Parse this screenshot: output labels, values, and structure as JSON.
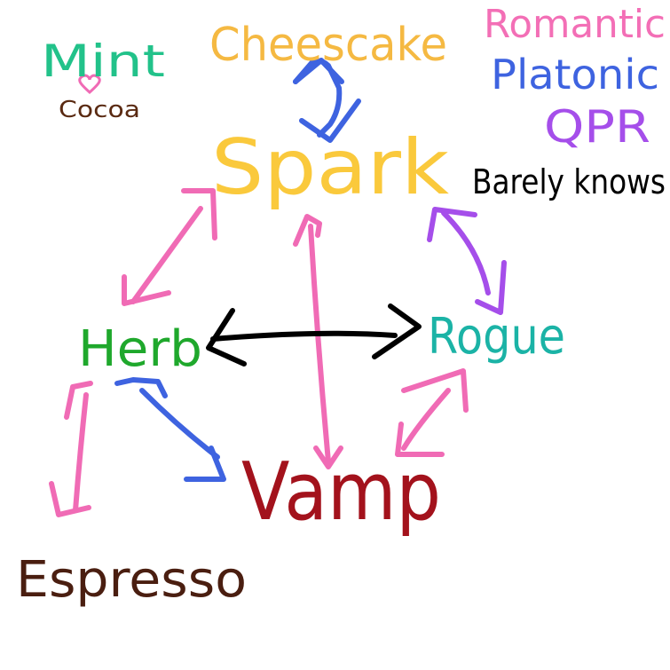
{
  "colors": {
    "cheesecake": "#F5B942",
    "spark": "#FAC93C",
    "mint": "#22C28A",
    "cocoa": "#5A2A12",
    "heart": "#F06BB5",
    "herb": "#1FA82C",
    "rogue": "#1BB3A6",
    "vamp": "#A3121C",
    "espresso": "#4A1E10",
    "romantic": "#F36FB6",
    "platonic": "#3E63E0",
    "qpr": "#A54EEA",
    "barely": "#000000"
  },
  "characters": {
    "cheesecake": "Cheescake",
    "spark": "Spark",
    "mint": "Mint",
    "cocoa": "Cocoa",
    "herb": "Herb",
    "rogue": "Rogue",
    "vamp": "Vamp",
    "espresso": "Espresso"
  },
  "legend": {
    "romantic": "Romantic",
    "platonic": "Platonic",
    "qpr": "QPR",
    "barely": "Barely knows"
  },
  "relationships": [
    {
      "from": "Cheescake",
      "to": "Spark",
      "type": "Platonic"
    },
    {
      "from": "Spark",
      "to": "Herb",
      "type": "Romantic"
    },
    {
      "from": "Spark",
      "to": "Vamp",
      "type": "Romantic"
    },
    {
      "from": "Spark",
      "to": "Rogue",
      "type": "QPR"
    },
    {
      "from": "Herb",
      "to": "Rogue",
      "type": "Barely knows"
    },
    {
      "from": "Herb",
      "to": "Vamp",
      "type": "Platonic"
    },
    {
      "from": "Rogue",
      "to": "Vamp",
      "type": "Romantic"
    },
    {
      "from": "Herb",
      "to": "Espresso",
      "type": "Romantic"
    },
    {
      "from": "Mint",
      "to": "Cocoa",
      "type": "Romantic"
    }
  ]
}
